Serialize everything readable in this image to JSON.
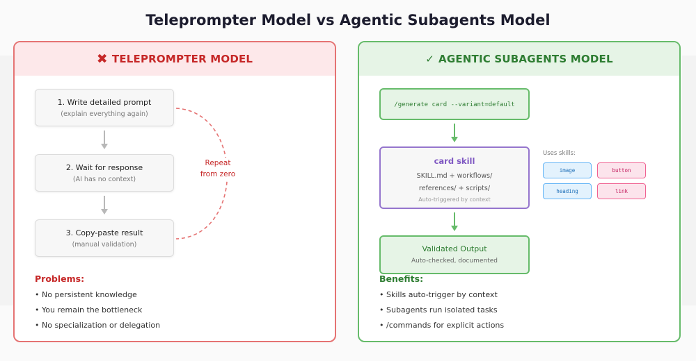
{
  "title": "Teleprompter Model vs Agentic Subagents Model",
  "colors": {
    "teleprompter_accent": "#c62828",
    "agentic_accent": "#2e7d32",
    "skill_accent": "#7e57c2",
    "tag_blue": "#1e6fb8",
    "tag_pink": "#c2185b"
  },
  "teleprompter": {
    "icon": "cross-mark-icon",
    "icon_glyph": "✖",
    "header": "TELEPROMPTER MODEL",
    "steps": [
      {
        "title": "1. Write detailed prompt",
        "subtitle": "(explain everything again)"
      },
      {
        "title": "2. Wait for response",
        "subtitle": "(AI has no context)"
      },
      {
        "title": "3. Copy-paste result",
        "subtitle": "(manual validation)"
      }
    ],
    "loop_label_line1": "Repeat",
    "loop_label_line2": "from zero",
    "problems_title": "Problems:",
    "problems": [
      "• No persistent knowledge",
      "• You remain the bottleneck",
      "• No specialization or delegation"
    ]
  },
  "agentic": {
    "icon": "check-mark-icon",
    "icon_glyph": "✓",
    "header": "AGENTIC SUBAGENTS MODEL",
    "command": "/generate card --variant=default",
    "skill_name": "card skill",
    "skill_line1": "SKILL.md + workflows/",
    "skill_line2": "references/ + scripts/",
    "skill_note": "Auto-triggered by context",
    "uses_label": "Uses skills:",
    "uses_skills": [
      "image",
      "button",
      "heading",
      "link"
    ],
    "output_title": "Validated Output",
    "output_subtitle": "Auto-checked, documented",
    "benefits_title": "Benefits:",
    "benefits": [
      "• Skills auto-trigger by context",
      "• Subagents run isolated tasks",
      "• /commands for explicit actions"
    ]
  }
}
